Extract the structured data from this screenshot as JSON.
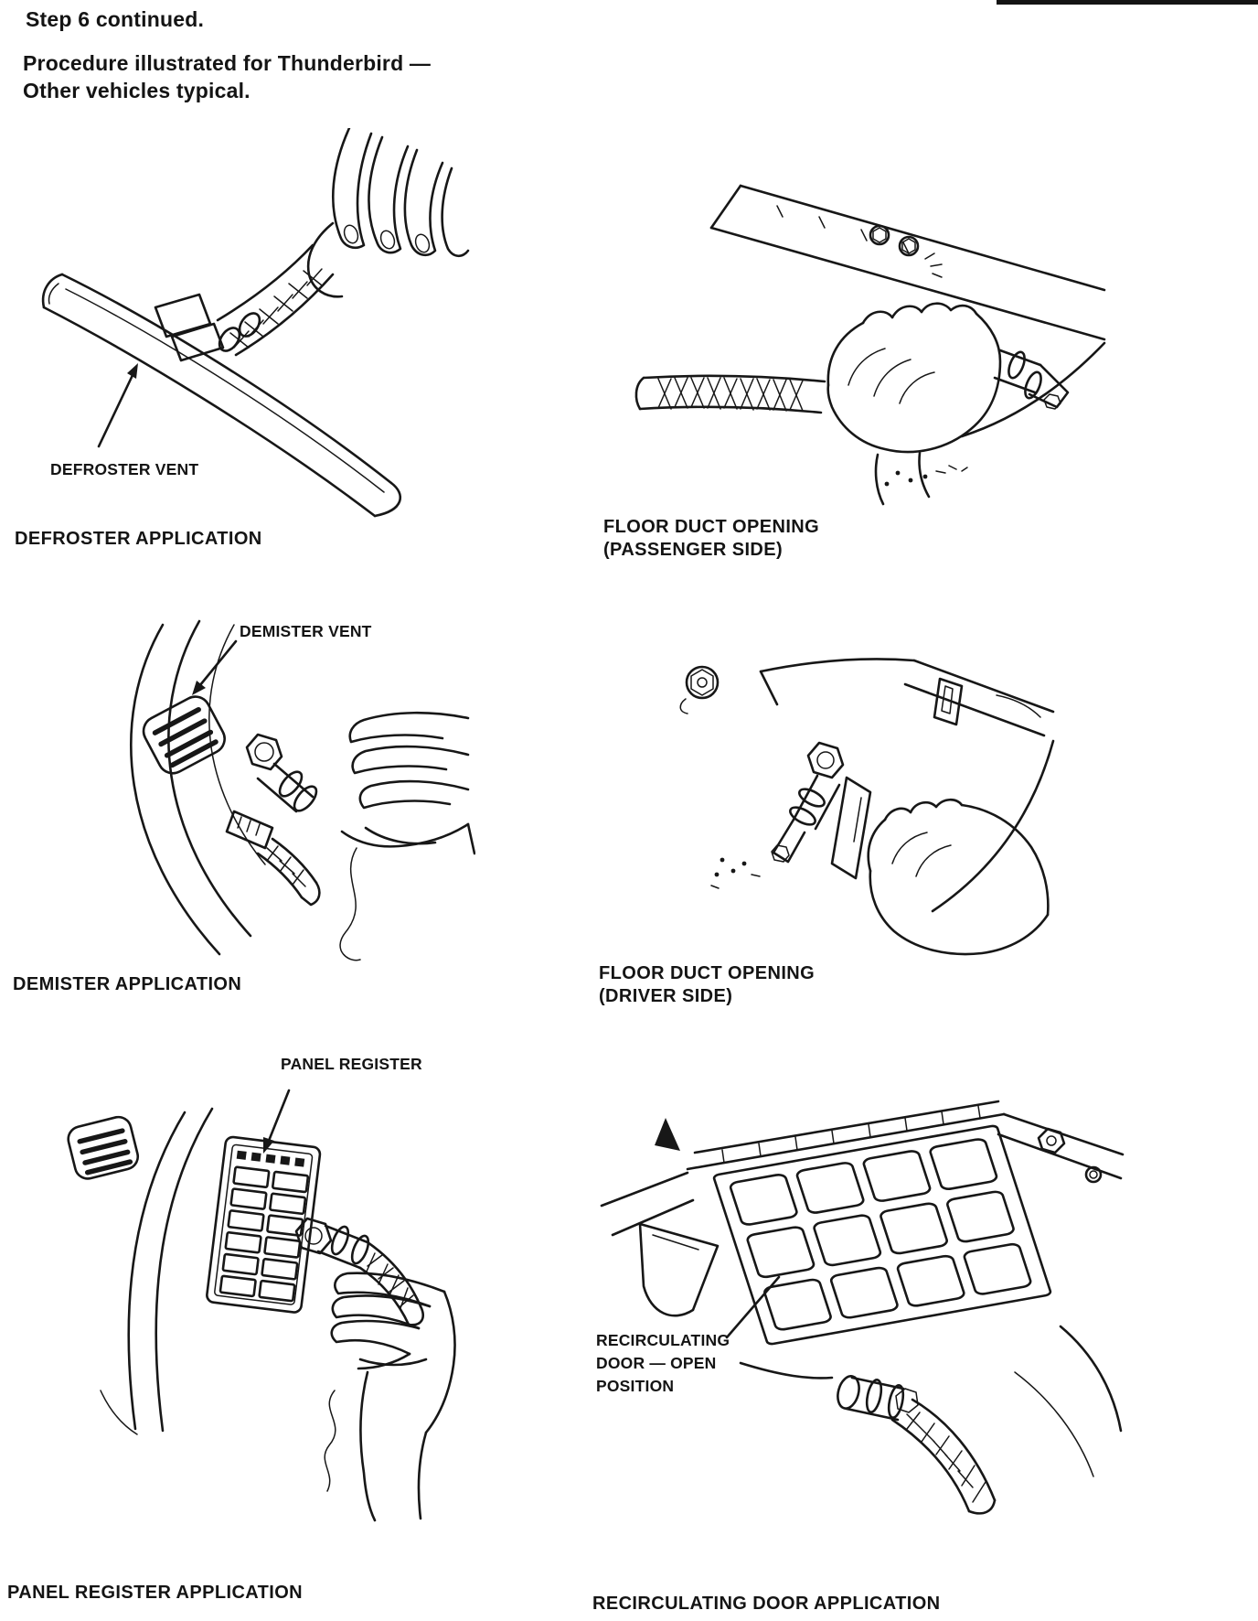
{
  "colors": {
    "ink": "#141414",
    "paper": "#ffffff"
  },
  "header": {
    "step": "Step 6 continued.",
    "note_line1": "Procedure illustrated for Thunderbird —",
    "note_line2": "Other vehicles typical."
  },
  "figures": {
    "defroster": {
      "callout": "DEFROSTER VENT",
      "caption": "DEFROSTER APPLICATION"
    },
    "floor_passenger": {
      "caption1": "FLOOR DUCT OPENING",
      "caption2": "(PASSENGER SIDE)"
    },
    "demister": {
      "callout": "DEMISTER VENT",
      "caption": "DEMISTER APPLICATION"
    },
    "floor_driver": {
      "caption1": "FLOOR DUCT OPENING",
      "caption2": "(DRIVER SIDE)"
    },
    "panel_register": {
      "callout": "PANEL REGISTER",
      "caption": "PANEL REGISTER APPLICATION"
    },
    "recirculating": {
      "callout_line1": "RECIRCULATING",
      "callout_line2": "DOOR — OPEN",
      "callout_line3": "POSITION",
      "caption": "RECIRCULATING DOOR APPLICATION"
    }
  }
}
